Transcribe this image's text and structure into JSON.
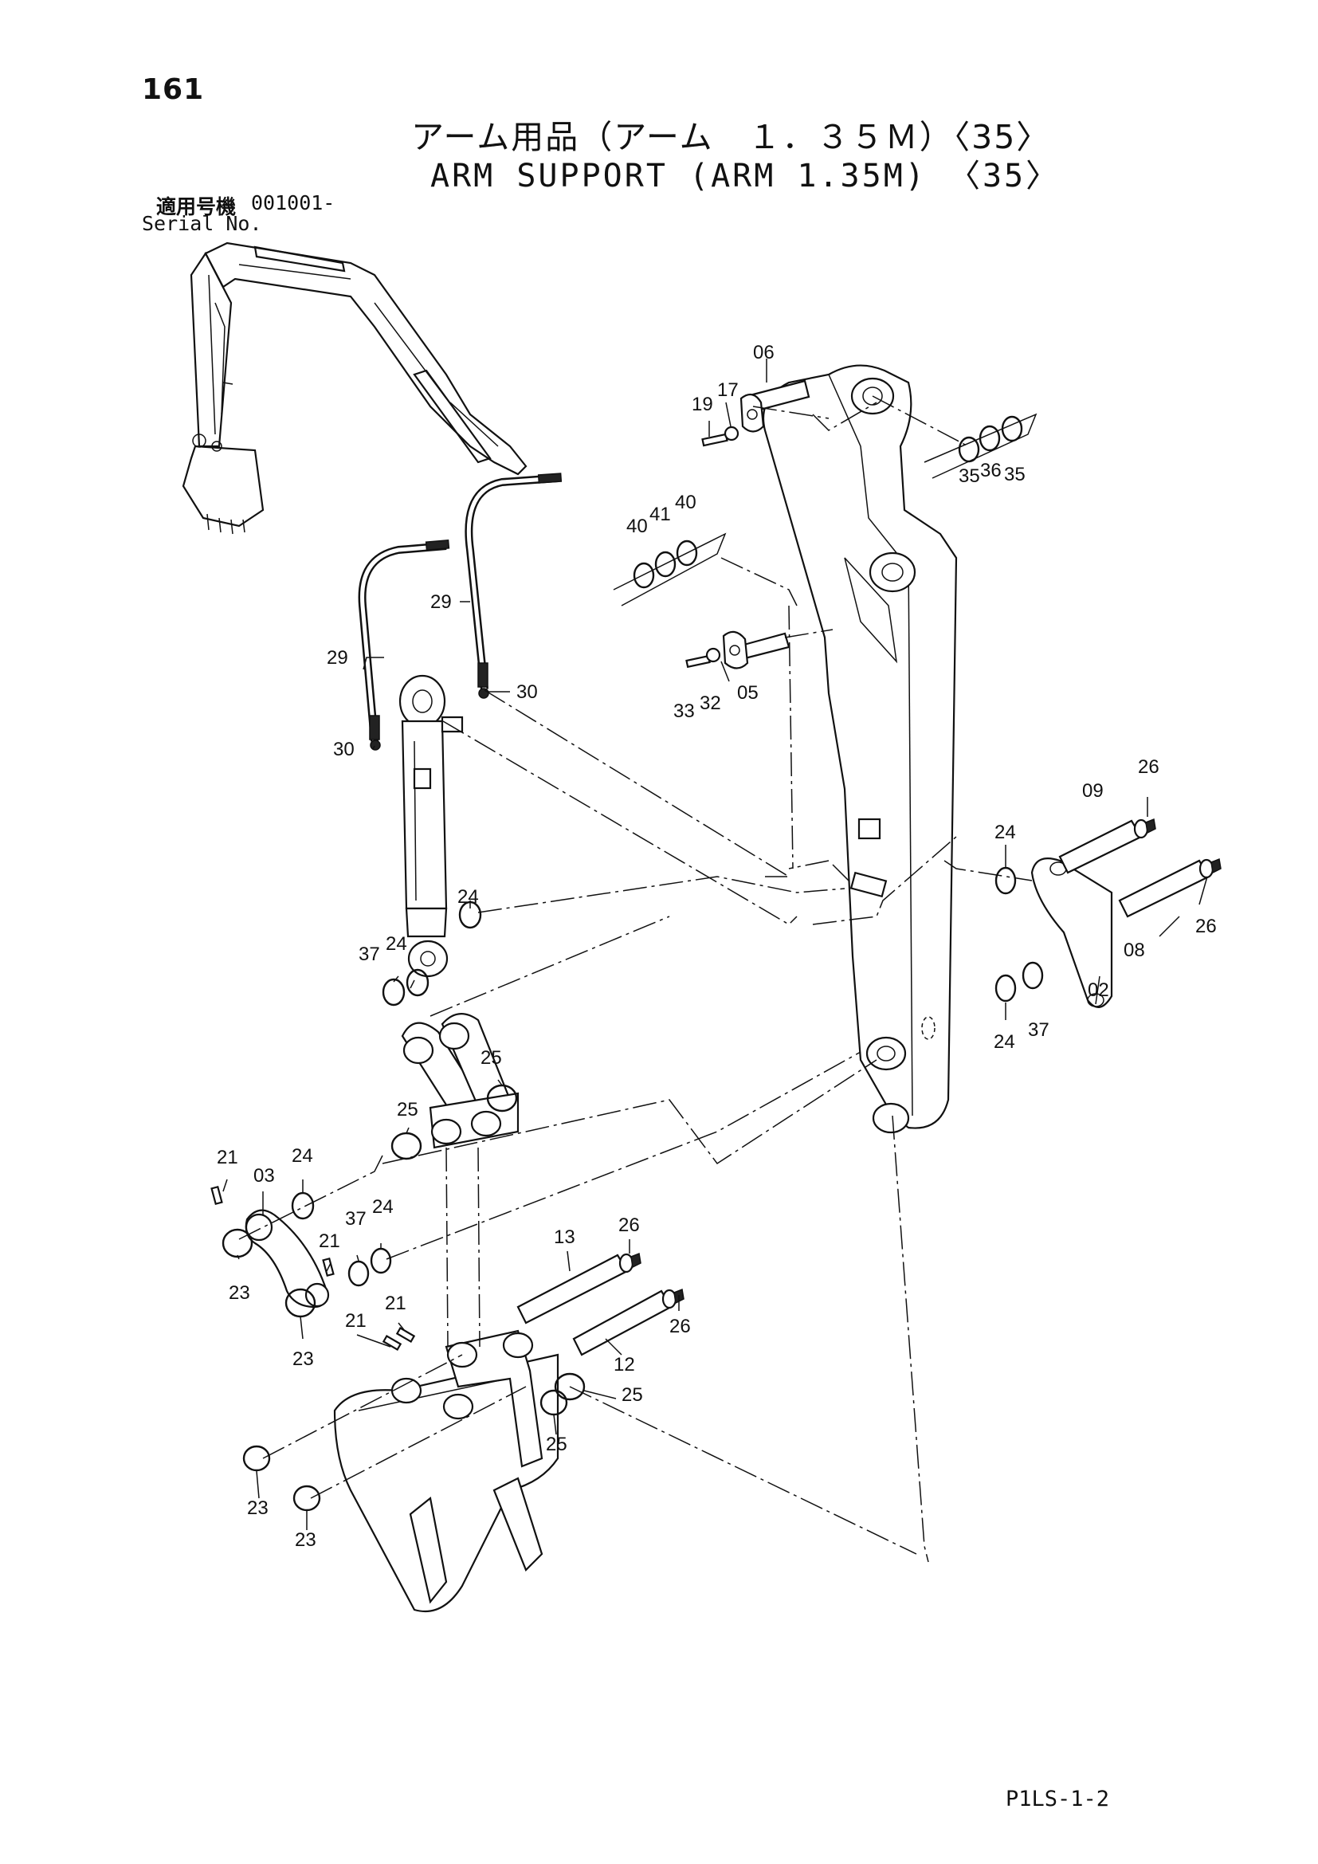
{
  "page": {
    "number": "161",
    "title_ja": "アーム用品（アーム　１．３５Ｍ）〈35〉",
    "title_en": "ARM SUPPORT (ARM 1.35M) 〈35〉",
    "serial_label_ja": "適用号機",
    "serial_code": "001001-",
    "serial_label_en": "Serial No.",
    "drawing_code": "P1LS-1-2"
  },
  "callouts": {
    "c01": "06",
    "c02": "19",
    "c03": "17",
    "c04": "35",
    "c05": "36",
    "c06": "35",
    "c07": "40",
    "c08": "41",
    "c09": "40",
    "c10": "29",
    "c11": "29",
    "c12": "30",
    "c13": "30",
    "c14": "33",
    "c15": "32",
    "c16": "05",
    "c17": "26",
    "c18": "09",
    "c19": "24",
    "c20": "26",
    "c21": "08",
    "c22": "02",
    "c23": "24",
    "c24": "37",
    "c25": "24",
    "c26": "37",
    "c27": "24",
    "c28": "25",
    "c29": "25",
    "c30": "21",
    "c31": "03",
    "c32": "24",
    "c33": "21",
    "c34": "37",
    "c35": "24",
    "c36": "23",
    "c37": "23",
    "c38": "26",
    "c39": "13",
    "c40": "21",
    "c41": "21",
    "c42": "26",
    "c43": "12",
    "c44": "25",
    "c45": "25",
    "c46": "23",
    "c47": "23"
  }
}
